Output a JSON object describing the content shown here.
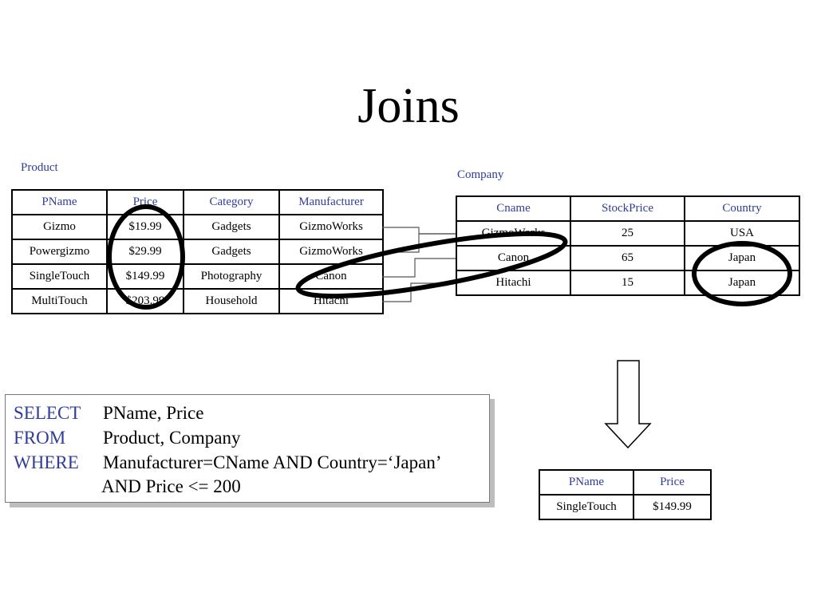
{
  "title": "Joins",
  "product": {
    "caption": "Product",
    "headers": [
      "PName",
      "Price",
      "Category",
      "Manufacturer"
    ],
    "rows": [
      [
        "Gizmo",
        "$19.99",
        "Gadgets",
        "GizmoWorks"
      ],
      [
        "Powergizmo",
        "$29.99",
        "Gadgets",
        "GizmoWorks"
      ],
      [
        "SingleTouch",
        "$149.99",
        "Photography",
        "Canon"
      ],
      [
        "MultiTouch",
        "$203.99",
        "Household",
        "Hitachi"
      ]
    ]
  },
  "company": {
    "caption": "Company",
    "headers": [
      "Cname",
      "StockPrice",
      "Country"
    ],
    "rows": [
      [
        "GizmoWorks",
        "25",
        "USA"
      ],
      [
        "Canon",
        "65",
        "Japan"
      ],
      [
        "Hitachi",
        "15",
        "Japan"
      ]
    ]
  },
  "query": {
    "select_kw": "SELECT",
    "select_text": "PName, Price",
    "from_kw": "FROM",
    "from_text": "Product, Company",
    "where_kw": "WHERE",
    "where_text": "Manufacturer=CName AND Country=‘Japan’",
    "and_text": "AND Price <= 200"
  },
  "result": {
    "headers": [
      "PName",
      "Price"
    ],
    "rows": [
      [
        "SingleTouch",
        "$149.99"
      ]
    ]
  },
  "colors": {
    "header_text": "#2f3d9a",
    "keyword_text": "#2f3d9a",
    "border": "#000000"
  },
  "icons": {
    "arrow": "down-arrow-icon"
  }
}
